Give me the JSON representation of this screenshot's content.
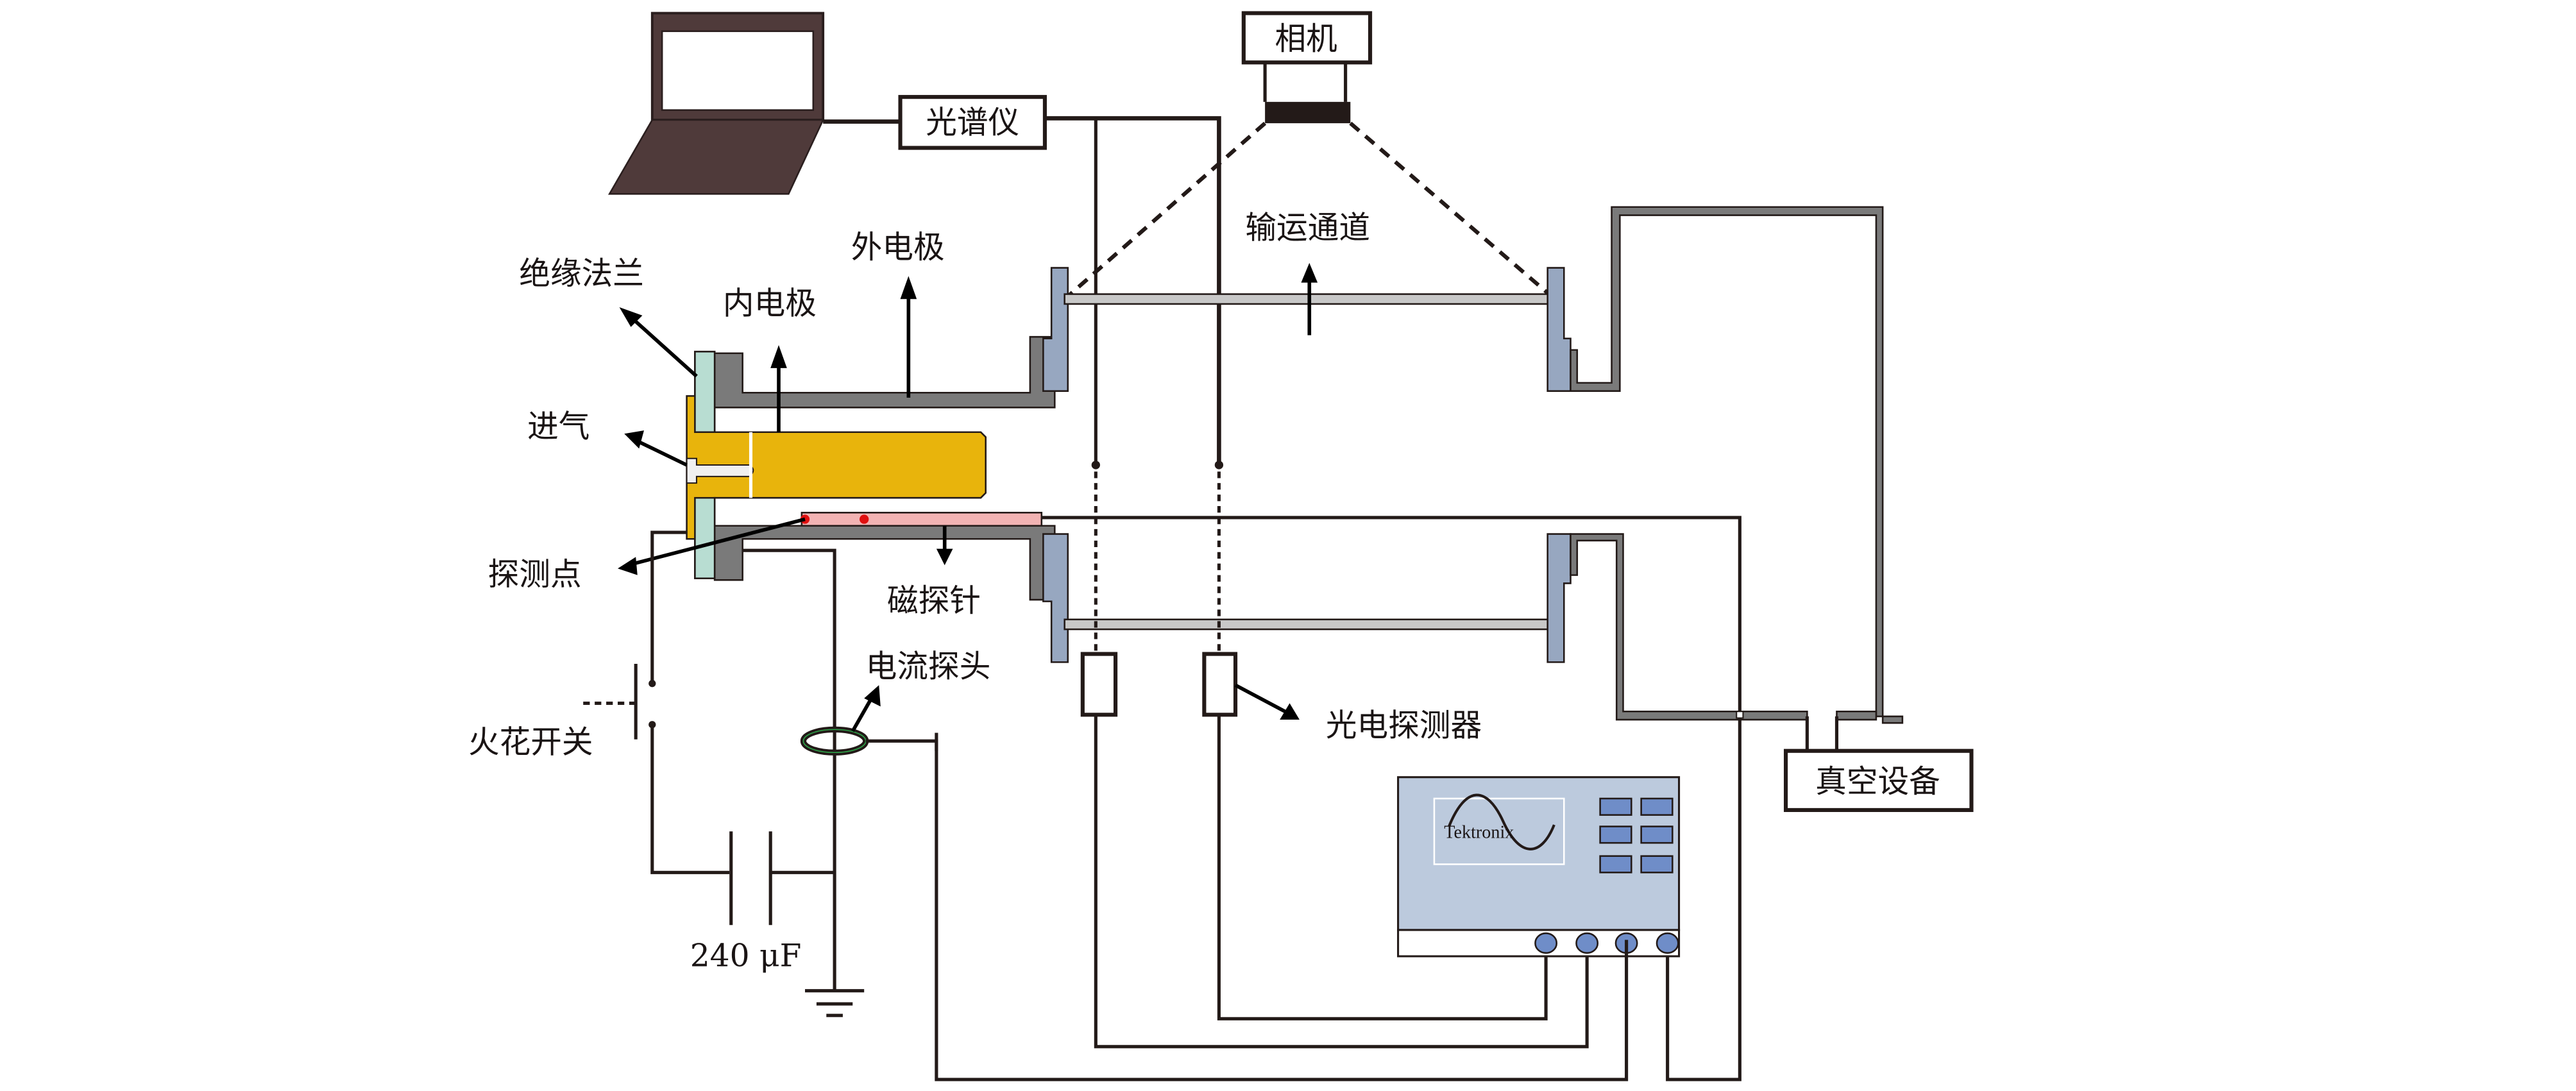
{
  "diagram": {
    "type": "experimental-setup-schematic",
    "labels": {
      "camera": "相机",
      "spectrometer": "光谱仪",
      "outer_electrode": "外电极",
      "inner_electrode": "内电极",
      "insulating_flange": "绝缘法兰",
      "gas_inlet": "进气",
      "probe_point": "探测点",
      "magnetic_probe": "磁探针",
      "transport_channel": "输运通道",
      "current_probe": "电流探头",
      "photodetector": "光电探测器",
      "spark_switch": "火花开关",
      "capacitance": "240 μF",
      "vacuum_equipment": "真空设备",
      "oscilloscope_brand": "Tektronix"
    },
    "colors": {
      "laptop": "#4f3a3a",
      "insulating_flange": "#b8ddd2",
      "inner_electrode": "#e8b40c",
      "outer_electrode": "#7a7a7a",
      "chamber_flange": "#97a7c0",
      "transport_bar": "#c8c8c8",
      "magnetic_probe": "#f2b3b3",
      "probe_point": "#e01010",
      "oscilloscope_body": "#bccadd",
      "oscilloscope_buttons": "#6f8dc8",
      "wire": "#231a18"
    },
    "components": [
      {
        "id": "laptop",
        "connected_to": [
          "spectrometer"
        ]
      },
      {
        "id": "spectrometer",
        "connected_to": [
          "laptop",
          "photodetector-1",
          "photodetector-2"
        ]
      },
      {
        "id": "camera",
        "views": "transport_channel"
      },
      {
        "id": "spark_switch",
        "connected_to": [
          "inner_electrode",
          "capacitor"
        ]
      },
      {
        "id": "capacitor",
        "value": "240 μF",
        "connected_to": [
          "ground"
        ]
      },
      {
        "id": "current_probe",
        "connected_to": [
          "oscilloscope"
        ]
      },
      {
        "id": "photodetector-1",
        "connected_to": [
          "oscilloscope"
        ]
      },
      {
        "id": "photodetector-2",
        "connected_to": [
          "oscilloscope"
        ]
      },
      {
        "id": "magnetic_probe",
        "connected_to": [
          "oscilloscope"
        ]
      },
      {
        "id": "vacuum_equipment",
        "connected_to": [
          "chamber"
        ]
      }
    ],
    "oscilloscope": {
      "button_count": 6,
      "channel_count": 4
    }
  }
}
